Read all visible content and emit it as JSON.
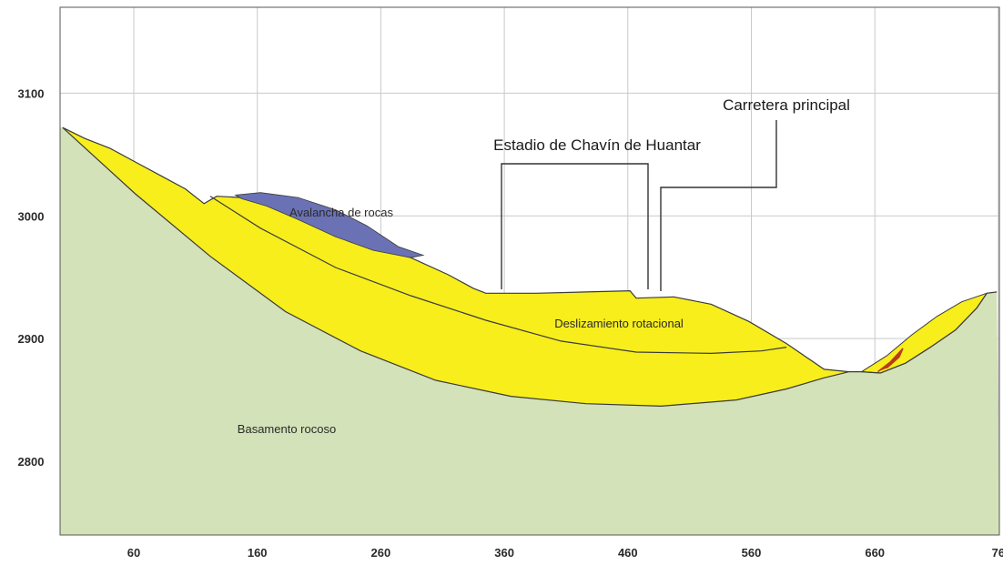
{
  "chart_data": {
    "type": "cross-section",
    "x_ticks": [
      "60",
      "160",
      "260",
      "360",
      "460",
      "560",
      "660",
      "76"
    ],
    "y_ticks": [
      "3100",
      "3000",
      "2900",
      "2800"
    ],
    "xlim": [
      20,
      770
    ],
    "ylim": [
      2740,
      3170
    ],
    "grid": true,
    "regions": {
      "bedrock": "Basamento rocoso",
      "slide": "Deslizamiento rotacional",
      "avalanche": "Avalancha de rocas"
    },
    "callouts": {
      "stadium": "Estadio de Chavín de Huantar",
      "road": "Carretera principal"
    },
    "colors": {
      "bedrock": "#d3e2b8",
      "slide": "#f7ee1c",
      "avalanche": "#6a72b5",
      "outline": "#3a3a3a",
      "grid": "#c9c9c9",
      "accent": "#b83a1c"
    },
    "surface_profile": [
      [
        22,
        3072
      ],
      [
        40,
        3063
      ],
      [
        60,
        3055
      ],
      [
        80,
        3044
      ],
      [
        100,
        3033
      ],
      [
        120,
        3022
      ],
      [
        135,
        3010
      ],
      [
        145,
        3016
      ],
      [
        165,
        3015
      ],
      [
        185,
        3010
      ],
      [
        210,
        2998
      ],
      [
        240,
        2985
      ],
      [
        270,
        2975
      ],
      [
        300,
        2966
      ],
      [
        330,
        2952
      ],
      [
        350,
        2941
      ],
      [
        360,
        2937
      ],
      [
        400,
        2937
      ],
      [
        440,
        2938
      ],
      [
        475,
        2939
      ],
      [
        480,
        2933
      ],
      [
        510,
        2934
      ],
      [
        540,
        2928
      ],
      [
        570,
        2914
      ],
      [
        600,
        2896
      ],
      [
        630,
        2875
      ],
      [
        650,
        2873
      ]
    ],
    "outer_slip_surface": [
      [
        22,
        3072
      ],
      [
        80,
        3018
      ],
      [
        140,
        2967
      ],
      [
        200,
        2922
      ],
      [
        260,
        2890
      ],
      [
        320,
        2866
      ],
      [
        380,
        2853
      ],
      [
        440,
        2847
      ],
      [
        500,
        2845
      ],
      [
        560,
        2850
      ],
      [
        600,
        2859
      ],
      [
        630,
        2868
      ],
      [
        650,
        2873
      ]
    ],
    "inner_slip_surface": [
      [
        140,
        3016
      ],
      [
        180,
        2990
      ],
      [
        240,
        2958
      ],
      [
        300,
        2935
      ],
      [
        360,
        2915
      ],
      [
        420,
        2898
      ],
      [
        480,
        2889
      ],
      [
        540,
        2888
      ],
      [
        580,
        2890
      ],
      [
        600,
        2893
      ]
    ],
    "avalanche_deposit": [
      [
        160,
        3017
      ],
      [
        180,
        3019
      ],
      [
        210,
        3015
      ],
      [
        240,
        3005
      ],
      [
        265,
        2992
      ],
      [
        290,
        2975
      ],
      [
        310,
        2968
      ],
      [
        300,
        2966
      ],
      [
        270,
        2972
      ],
      [
        240,
        2983
      ],
      [
        210,
        2997
      ],
      [
        185,
        3008
      ],
      [
        165,
        3014
      ]
    ],
    "right_bank_slide": [
      [
        660,
        2873
      ],
      [
        680,
        2886
      ],
      [
        700,
        2903
      ],
      [
        720,
        2918
      ],
      [
        740,
        2930
      ],
      [
        760,
        2937
      ],
      [
        752,
        2925
      ],
      [
        735,
        2907
      ],
      [
        715,
        2893
      ],
      [
        695,
        2880
      ],
      [
        675,
        2872
      ]
    ],
    "right_ground": [
      [
        650,
        2873
      ],
      [
        660,
        2873
      ],
      [
        675,
        2872
      ],
      [
        695,
        2880
      ],
      [
        715,
        2893
      ],
      [
        735,
        2907
      ],
      [
        752,
        2925
      ],
      [
        760,
        2937
      ],
      [
        768,
        2938
      ]
    ]
  }
}
